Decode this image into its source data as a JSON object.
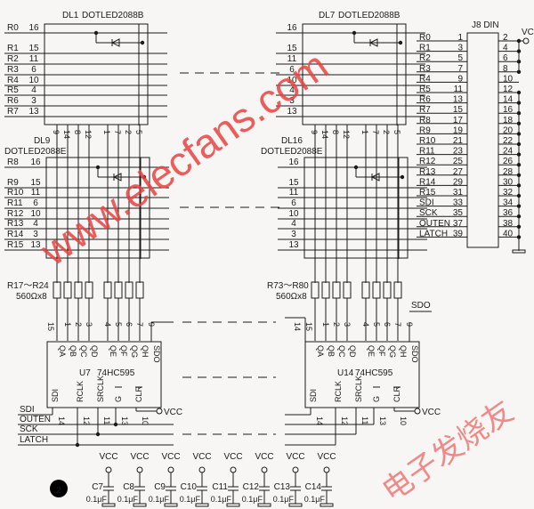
{
  "figure_number": "2",
  "left": {
    "top_display": {
      "ref": "DL1",
      "part": "DOTLED2088B",
      "rows": [
        "R0",
        "R1",
        "R2",
        "R3",
        "R4",
        "R5",
        "R6",
        "R7"
      ]
    },
    "bottom_display": {
      "ref": "DL9",
      "part": "DOTLED2088E",
      "rows": [
        "R8",
        "R9",
        "R10",
        "R11",
        "R12",
        "R13",
        "R14",
        "R15"
      ]
    },
    "resistors": {
      "ref": "R17～R24",
      "value": "560Ωx8"
    },
    "shift_register": {
      "ref": "U7",
      "part": "74HC595"
    },
    "bus_labels": [
      "SDI",
      "OUTEN",
      "SCK",
      "LATCH"
    ]
  },
  "right": {
    "top_display": {
      "ref": "DL7",
      "part": "DOTLED2088B"
    },
    "bottom_display": {
      "ref": "DL16",
      "part": "DOTLED2088E"
    },
    "resistors": {
      "ref": "R73～R80",
      "value": "560Ωx8"
    },
    "shift_register": {
      "ref": "U14",
      "part": "74HC595"
    },
    "sdo_label": "SDO"
  },
  "display_row_pins": [
    "16",
    "15",
    "11",
    "6",
    "10",
    "4",
    "3",
    "13"
  ],
  "display_col_pins": [
    "9",
    "14",
    "8",
    "12",
    "1",
    "7",
    "2",
    "5"
  ],
  "hc595": {
    "top_pins": [
      "15",
      "1",
      "2",
      "3",
      "4",
      "5",
      "6",
      "7",
      "9"
    ],
    "top_pins_right": [
      "14",
      "15",
      "1",
      "2",
      "3",
      "4",
      "5",
      "6",
      "7",
      "9"
    ],
    "outputs": [
      "QA",
      "QB",
      "QC",
      "QD",
      "QE",
      "QF",
      "QG",
      "QH",
      "SDO"
    ],
    "inputs": [
      "SDI",
      "RCLK",
      "SRCLK",
      "G",
      "CLR"
    ],
    "bottom_pins": [
      "14",
      "12",
      "11",
      "13",
      "10"
    ],
    "vcc": "VCC"
  },
  "connector": {
    "title": "J8  DIN",
    "left_labels": [
      "R0",
      "R1",
      "R2",
      "R3",
      "R4",
      "R5",
      "R6",
      "R7",
      "R8",
      "R9",
      "R10",
      "R11",
      "R12",
      "R13",
      "R14",
      "R15",
      "SDI",
      "SCK",
      "OUTEN",
      "LATCH"
    ],
    "left_pins": [
      "1",
      "3",
      "5",
      "7",
      "9",
      "11",
      "13",
      "15",
      "17",
      "19",
      "21",
      "23",
      "25",
      "27",
      "29",
      "31",
      "33",
      "35",
      "37",
      "39"
    ],
    "right_pins": [
      "2",
      "4",
      "6",
      "8",
      "10",
      "12",
      "14",
      "16",
      "18",
      "20",
      "22",
      "24",
      "26",
      "28",
      "30",
      "32",
      "34",
      "36",
      "38",
      "40"
    ],
    "vcc": "VCC"
  },
  "capacitors": [
    {
      "ref": "C7",
      "value": "0.1μF",
      "supply": "VCC"
    },
    {
      "ref": "C8",
      "value": "0.1μF",
      "supply": "VCC"
    },
    {
      "ref": "C9",
      "value": "0.1μF",
      "supply": "VCC"
    },
    {
      "ref": "C10",
      "value": "0.1μF",
      "supply": "VCC"
    },
    {
      "ref": "C11",
      "value": "0.1μF",
      "supply": "VCC"
    },
    {
      "ref": "C12",
      "value": "0.1μF",
      "supply": "VCC"
    },
    {
      "ref": "C13",
      "value": "0.1μF",
      "supply": "VCC"
    },
    {
      "ref": "C14",
      "value": "0.1μF",
      "supply": "VCC"
    }
  ],
  "watermarks": {
    "url": "www.elecfans.com",
    "brand": "电子发烧友"
  },
  "colors": {
    "ink": "#1a1a1a",
    "watermark": "#e8433f",
    "paper": "#f8f6f5"
  }
}
